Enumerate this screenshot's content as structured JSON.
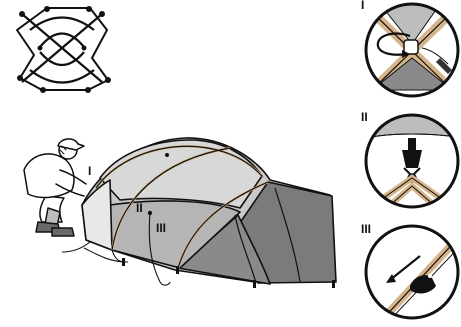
{
  "callouts": {
    "tent_marker_I": "I",
    "tent_marker_II": "II",
    "tent_marker_III": "III"
  },
  "details": [
    {
      "roman": "I",
      "icon": "pole-clip-rotate-icon"
    },
    {
      "roman": "II",
      "icon": "buckle-clip-icon"
    },
    {
      "roman": "III",
      "icon": "pole-tip-slide-icon"
    }
  ],
  "colors": {
    "outline": "#111111",
    "fly_light": "#c9c9c9",
    "fly_mid": "#9b9b9b",
    "fly_dark": "#6f6f6f",
    "pole": "#d6b48a",
    "inner": "#e8e8e8"
  }
}
